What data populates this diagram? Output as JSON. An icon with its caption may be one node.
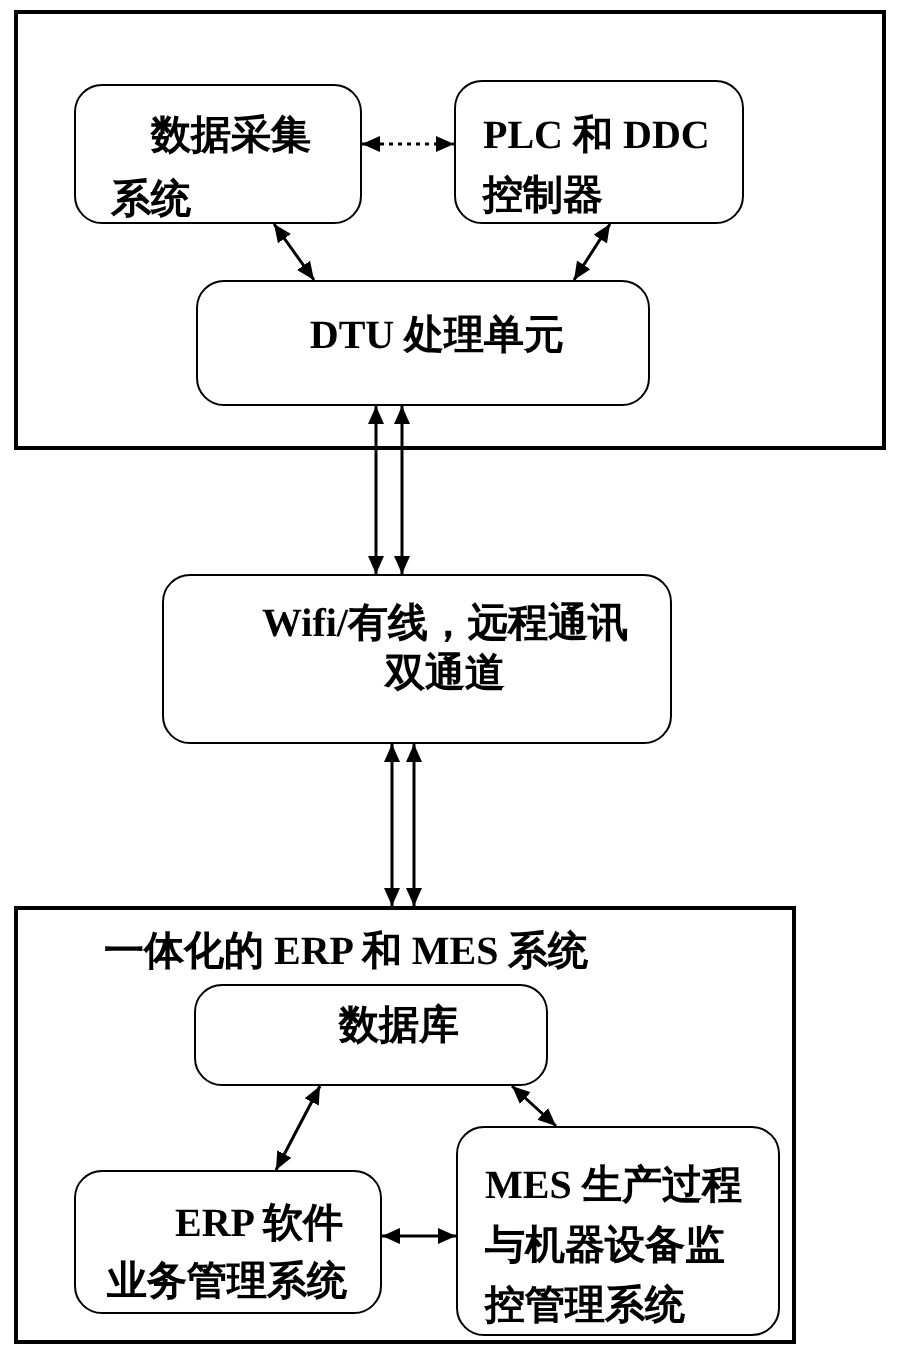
{
  "diagram": {
    "nodes": [
      {
        "text": [],
        "shape": "box"
      },
      {
        "text": [
          "数据采集系统"
        ],
        "in": 0
      },
      {
        "text": [
          "PLC 和 DDC控制器"
        ],
        "in": 0
      },
      {
        "text": [
          "DTU 处理单元"
        ],
        "in": 0
      },
      {
        "text": [
          "Wifi/有线，远程通讯双通道"
        ]
      },
      {
        "text": [
          "一体化的 ERP 和 MES 系统"
        ]
      },
      {
        "text": [
          "数据库"
        ],
        "in": 5
      },
      {
        "text": [
          "ERP 软件业务管理系统"
        ],
        "in": 5
      },
      {
        "text": [
          "MES 生产过程与机器设备监控管理系统"
        ],
        "in": 5
      }
    ],
    "edges": [
      {
        "from": 1,
        "to": 2,
        "arrow": "both",
        "style": "dashed"
      },
      {
        "from": 1,
        "to": 3,
        "arrow": "both"
      },
      {
        "from": 2,
        "to": 3,
        "arrow": "both"
      },
      {
        "from": 3,
        "to": 4,
        "arrow": "both"
      },
      {
        "from": 3,
        "to": 4,
        "arrow": "both"
      },
      {
        "from": 4,
        "to": 5,
        "arrow": "both"
      },
      {
        "from": 4,
        "to": 5,
        "arrow": "both"
      },
      {
        "from": 6,
        "to": 7,
        "arrow": "both"
      },
      {
        "from": 6,
        "to": 8,
        "arrow": "both"
      },
      {
        "from": 7,
        "to": 8,
        "arrow": "both"
      }
    ]
  }
}
